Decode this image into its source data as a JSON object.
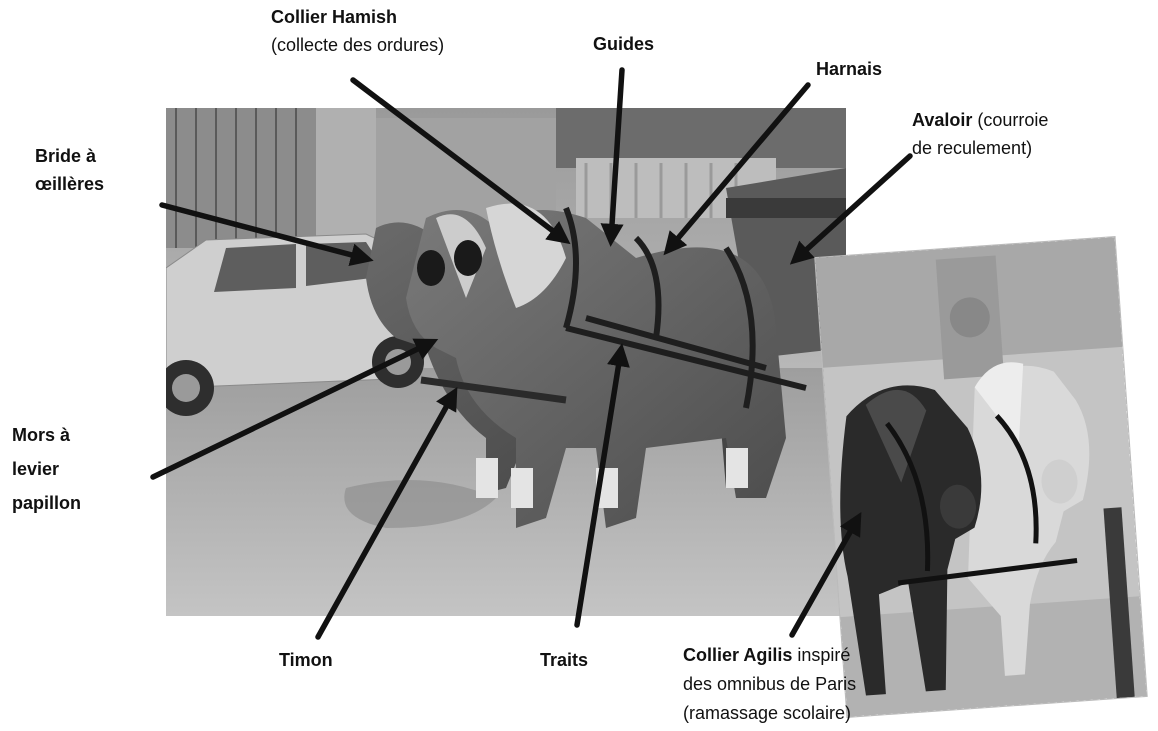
{
  "labels": {
    "collier_hamish": {
      "title": "Collier Hamish",
      "detail": "(collecte des ordures)"
    },
    "guides": "Guides",
    "harnais": "Harnais",
    "avaloir": {
      "title": "Avaloir",
      "detail_line1": " (courroie",
      "detail_line2": "de reculement)"
    },
    "bride": {
      "line1": "Bride à",
      "line2": "œillères"
    },
    "mors": {
      "line1": "Mors à",
      "line2": "levier",
      "line3": "papillon"
    },
    "timon": "Timon",
    "traits": "Traits",
    "collier_agilis": {
      "title": "Collier Agilis",
      "detail_line1": " inspiré",
      "detail_line2": "des omnibus de Paris",
      "detail_line3": "(ramassage scolaire)"
    }
  },
  "colors": {
    "arrow": "#111111",
    "text": "#111111"
  },
  "icons": [
    "arrow-icon"
  ]
}
